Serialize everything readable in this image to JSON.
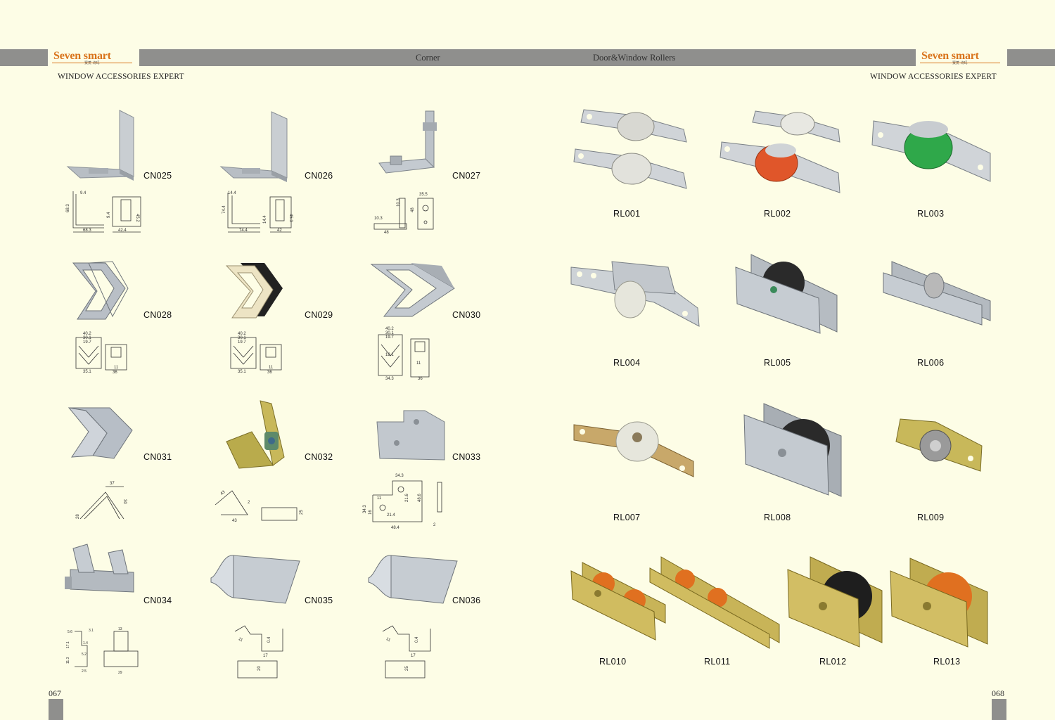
{
  "header": {
    "brand": "Seven smart",
    "brand_sub": "赛菱·诗玛",
    "section_left": "Corner",
    "section_right": "Door&Window Rollers",
    "tagline": "WINDOW ACCESSORIES EXPERT"
  },
  "pages": {
    "left": "067",
    "right": "068"
  },
  "corners": [
    {
      "code": "CN025",
      "finish": "silver",
      "dims": [
        "9.4",
        "68.3",
        "68.3",
        "9.4",
        "42.4",
        "45.2"
      ]
    },
    {
      "code": "CN026",
      "finish": "silver",
      "dims": [
        "14.4",
        "74.4",
        "74.4",
        "14.4",
        "42",
        "45.3"
      ]
    },
    {
      "code": "CN027",
      "finish": "silver",
      "dims": [
        "35.5",
        "10.3",
        "48",
        "10.3",
        "48"
      ]
    },
    {
      "code": "CN028",
      "finish": "silver",
      "dims": [
        "40.2",
        "30.1",
        "19.7",
        "35.1",
        "11",
        "36"
      ]
    },
    {
      "code": "CN029",
      "finish": "cream-black",
      "dims": [
        "40.2",
        "30.1",
        "19.7",
        "35.1",
        "11",
        "36"
      ]
    },
    {
      "code": "CN030",
      "finish": "silver",
      "dims": [
        "40.2",
        "30.1",
        "19.7",
        "18.1",
        "34.3",
        "11",
        "36"
      ]
    },
    {
      "code": "CN031",
      "finish": "silver",
      "dims": [
        "37",
        "28",
        "30"
      ]
    },
    {
      "code": "CN032",
      "finish": "yellow-zinc",
      "dims": [
        "43",
        "2",
        "43",
        "25"
      ]
    },
    {
      "code": "CN033",
      "finish": "silver",
      "dims": [
        "34.3",
        "11",
        "21.6",
        "48.6",
        "34.3",
        "16",
        "21.4",
        "48.4",
        "2"
      ]
    },
    {
      "code": "CN034",
      "finish": "silver",
      "dims": [
        "5.6",
        "3.1",
        "1.4",
        "17.1",
        "5.2",
        "11.3",
        "2.5",
        "13",
        "29"
      ]
    },
    {
      "code": "CN035",
      "finish": "silver",
      "dims": [
        "11",
        "0.4",
        "17",
        "20"
      ]
    },
    {
      "code": "CN036",
      "finish": "silver",
      "dims": [
        "11",
        "0.4",
        "17",
        "25"
      ]
    }
  ],
  "rollers": [
    {
      "code": "RL001",
      "wheel_color": "#d8d8d2"
    },
    {
      "code": "RL002",
      "wheel_color": "#e0562a"
    },
    {
      "code": "RL003",
      "wheel_color": "#2fa84a"
    },
    {
      "code": "RL004",
      "wheel_color": "#e6e6dc"
    },
    {
      "code": "RL005",
      "wheel_color": "#2a2a2a"
    },
    {
      "code": "RL006",
      "wheel_color": "#b8b8b8"
    },
    {
      "code": "RL007",
      "wheel_color": "#e6e6dc"
    },
    {
      "code": "RL008",
      "wheel_color": "#2a2a2a"
    },
    {
      "code": "RL009",
      "wheel_color": "#9a9a9a"
    },
    {
      "code": "RL010",
      "wheel_color": "#e07020"
    },
    {
      "code": "RL011",
      "wheel_color": "#e07020"
    },
    {
      "code": "RL012",
      "wheel_color": "#1e1e1e"
    },
    {
      "code": "RL013",
      "wheel_color": "#e07020"
    }
  ],
  "colors": {
    "background": "#fdfde6",
    "band": "#8f8f8d",
    "brand_orange": "#d9741c",
    "silver": "#c2c7cc",
    "yellow_zinc": "#c8b85a"
  }
}
